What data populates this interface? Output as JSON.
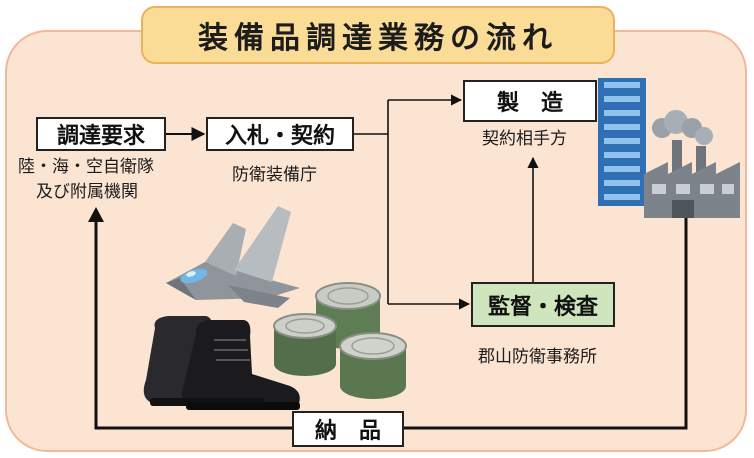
{
  "title": "装備品調達業務の流れ",
  "nodes": {
    "request": {
      "label": "調達要求",
      "caption_line1": "陸・海・空自衛隊",
      "caption_line2": "及び附属機関"
    },
    "bid": {
      "label": "入札・契約",
      "caption": "防衛装備庁"
    },
    "manufacture": {
      "label": "製　造",
      "caption": "契約相手方"
    },
    "inspection": {
      "label": "監督・検査",
      "caption": "郡山防衛事務所"
    },
    "delivery": {
      "label": "納　品"
    }
  },
  "colors": {
    "panel_bg": "#fce4d2",
    "title_bg": "#fbdc97",
    "inspection_bg": "#cfe5bd",
    "arrow": "#111111"
  },
  "illustrations": [
    "fighter-jet",
    "combat-boots",
    "ration-cans",
    "office-building",
    "factory"
  ]
}
